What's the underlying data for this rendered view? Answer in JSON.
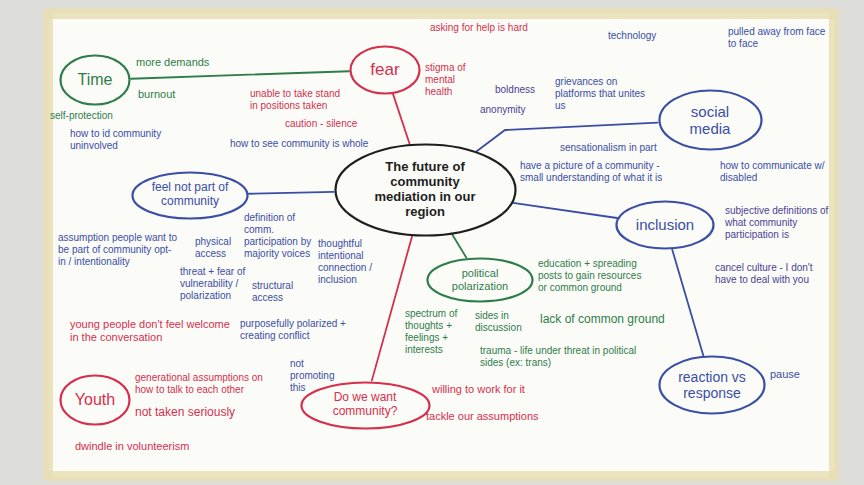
{
  "diagram": {
    "nodes": [
      {
        "text": [
          "Time"
        ]
      },
      {
        "text": [
          "fear"
        ]
      },
      {
        "text": [
          "social media"
        ]
      },
      {
        "text": [
          "feel not part of community"
        ]
      },
      {
        "text": [
          "The future of community mediation in our region"
        ]
      },
      {
        "text": [
          "inclusion"
        ]
      },
      {
        "text": [
          "political polarization"
        ]
      },
      {
        "text": [
          "Youth"
        ]
      },
      {
        "text": [
          "Do we want community?"
        ]
      },
      {
        "text": [
          "reaction vs response"
        ]
      }
    ],
    "edges": [
      {
        "from": 0,
        "to": 1,
        "arrow": "none"
      },
      {
        "from": 4,
        "to": 1,
        "arrow": "none"
      },
      {
        "from": 4,
        "to": 2,
        "arrow": "none"
      },
      {
        "from": 4,
        "to": 3,
        "arrow": "none"
      },
      {
        "from": 4,
        "to": 5,
        "arrow": "none"
      },
      {
        "from": 4,
        "to": 6,
        "arrow": "none"
      },
      {
        "from": 4,
        "to": 8,
        "arrow": "none"
      },
      {
        "from": 5,
        "to": 9,
        "arrow": "none"
      }
    ],
    "labels": [
      "asking for help is hard",
      "technology",
      "pulled away from face to face",
      "more demands",
      "stigma of mental health",
      "boldness",
      "grievances on platforms that unites us",
      "burnout",
      "unable to take stand in positions taken",
      "anonymity",
      "self-protection",
      "caution - silence",
      "how to id community uninvolved",
      "how to see community is whole",
      "sensationalism in part",
      "have a picture of a community - small understanding of what it is",
      "how to communicate w/ disabled",
      "subjective definitions of what community participation is",
      "definition of comm. participation by majority voices",
      "physical access",
      "assumption people want to be part of community opt-in / intentionality",
      "thoughtful intentional connection / inclusion",
      "education + spreading posts to gain resources or common ground",
      "cancel culture - I don't have to deal with you",
      "threat + fear of vulnerability / polarization",
      "structural access",
      "spectrum of thoughts + feelings + interests",
      "sides in discussion",
      "purposefully polarized + creating conflict",
      "lack of common ground",
      "young people don't feel welcome in the conversation",
      "not promoting this",
      "trauma - life under threat in political sides (ex: trans)",
      "pause",
      "generational assumptions on how to talk to each other",
      "willing to work for it",
      "not taken seriously",
      "tackle our assumptions",
      "dwindle in volunteerism"
    ]
  }
}
